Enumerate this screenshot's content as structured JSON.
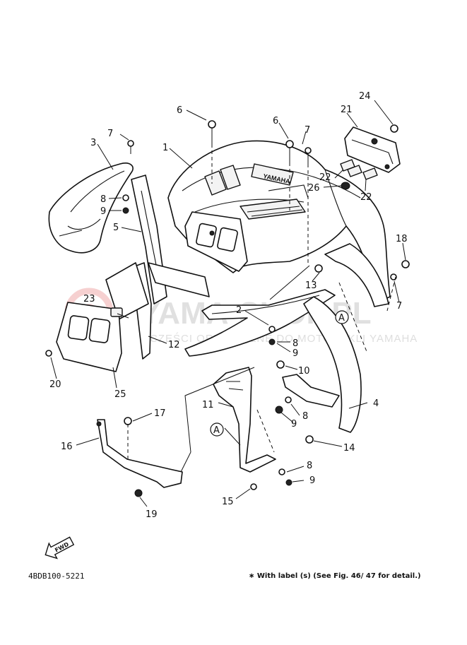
{
  "diagram": {
    "part_code": "4BDB100-5221",
    "footnote": "∗ With label (s) (See Fig. 46/ 47 for detail.)",
    "fwd_label": "FWD",
    "logo_text": "YAMAHA",
    "watermark": {
      "main": "YAMA-SHOP.PL",
      "sub": "CZĘŚCI ORYGINALNE DO MOTOCYKLI YAMAHA"
    },
    "ref_marker": "A",
    "callouts": [
      {
        "id": "c1",
        "text": "1"
      },
      {
        "id": "c2",
        "text": "2"
      },
      {
        "id": "c3",
        "text": "3"
      },
      {
        "id": "c4",
        "text": "4"
      },
      {
        "id": "c5",
        "text": "5"
      },
      {
        "id": "c6a",
        "text": "6"
      },
      {
        "id": "c6b",
        "text": "6"
      },
      {
        "id": "c7a",
        "text": "7"
      },
      {
        "id": "c7b",
        "text": "7"
      },
      {
        "id": "c7c",
        "text": "7"
      },
      {
        "id": "c8a",
        "text": "8"
      },
      {
        "id": "c8b",
        "text": "8"
      },
      {
        "id": "c8c",
        "text": "8"
      },
      {
        "id": "c8d",
        "text": "8"
      },
      {
        "id": "c9a",
        "text": "9"
      },
      {
        "id": "c9b",
        "text": "9"
      },
      {
        "id": "c9c",
        "text": "9"
      },
      {
        "id": "c9d",
        "text": "9"
      },
      {
        "id": "c10",
        "text": "10"
      },
      {
        "id": "c11",
        "text": "11"
      },
      {
        "id": "c12",
        "text": "12"
      },
      {
        "id": "c13",
        "text": "13"
      },
      {
        "id": "c14",
        "text": "14"
      },
      {
        "id": "c15",
        "text": "15"
      },
      {
        "id": "c16",
        "text": "16"
      },
      {
        "id": "c17",
        "text": "17"
      },
      {
        "id": "c18",
        "text": "18"
      },
      {
        "id": "c19",
        "text": "19"
      },
      {
        "id": "c20",
        "text": "20"
      },
      {
        "id": "c21",
        "text": "21"
      },
      {
        "id": "c22a",
        "text": "22"
      },
      {
        "id": "c22b",
        "text": "22"
      },
      {
        "id": "c23",
        "text": "23"
      },
      {
        "id": "c24",
        "text": "24"
      },
      {
        "id": "c25",
        "text": "25"
      },
      {
        "id": "c26",
        "text": "26"
      }
    ]
  }
}
